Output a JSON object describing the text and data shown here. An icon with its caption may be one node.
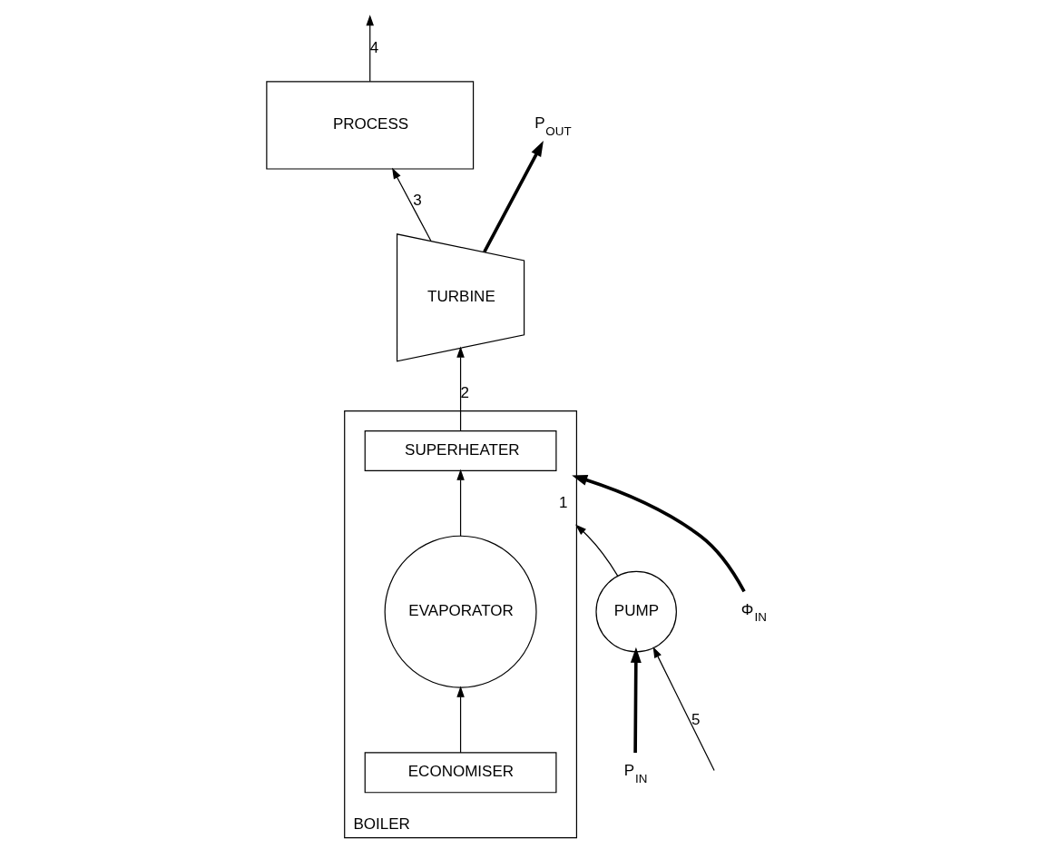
{
  "diagram": {
    "nodes": [
      {
        "text": [
          "BOILER"
        ]
      },
      {
        "text": [
          "SUPERHEATER"
        ],
        "in": 0
      },
      {
        "text": [
          "EVAPORATOR"
        ],
        "in": 0
      },
      {
        "text": [
          "ECONOMISER"
        ],
        "in": 0
      },
      {
        "text": [
          "TURBINE"
        ]
      },
      {
        "text": [
          "PROCESS"
        ]
      },
      {
        "text": [
          "PUMP"
        ]
      },
      {
        "text": [
          "Φ$_{IN}$"
        ]
      },
      {
        "text": [
          "P$_{OUT}$"
        ]
      },
      {
        "text": [
          "P$_{IN}$"
        ]
      }
    ],
    "edges": [
      {
        "from": 6,
        "to": 0,
        "arrow": "to",
        "label": "1"
      },
      {
        "from": 3,
        "to": 2,
        "arrow": "to"
      },
      {
        "from": 2,
        "to": 1,
        "arrow": "to"
      },
      {
        "from": 1,
        "to": 4,
        "arrow": "to",
        "label": "2"
      },
      {
        "from": 4,
        "to": 5,
        "arrow": "to",
        "label": "3"
      },
      {
        "from": 5,
        "to": null,
        "arrow": "to",
        "label": "4"
      },
      {
        "from": null,
        "to": 6,
        "arrow": "to",
        "label": "5"
      },
      {
        "from": 7,
        "to": 0,
        "arrow": "to",
        "style": "thick"
      },
      {
        "from": 4,
        "to": 8,
        "arrow": "to",
        "style": "thick"
      },
      {
        "from": 9,
        "to": 6,
        "arrow": "to",
        "style": "thick"
      }
    ]
  }
}
